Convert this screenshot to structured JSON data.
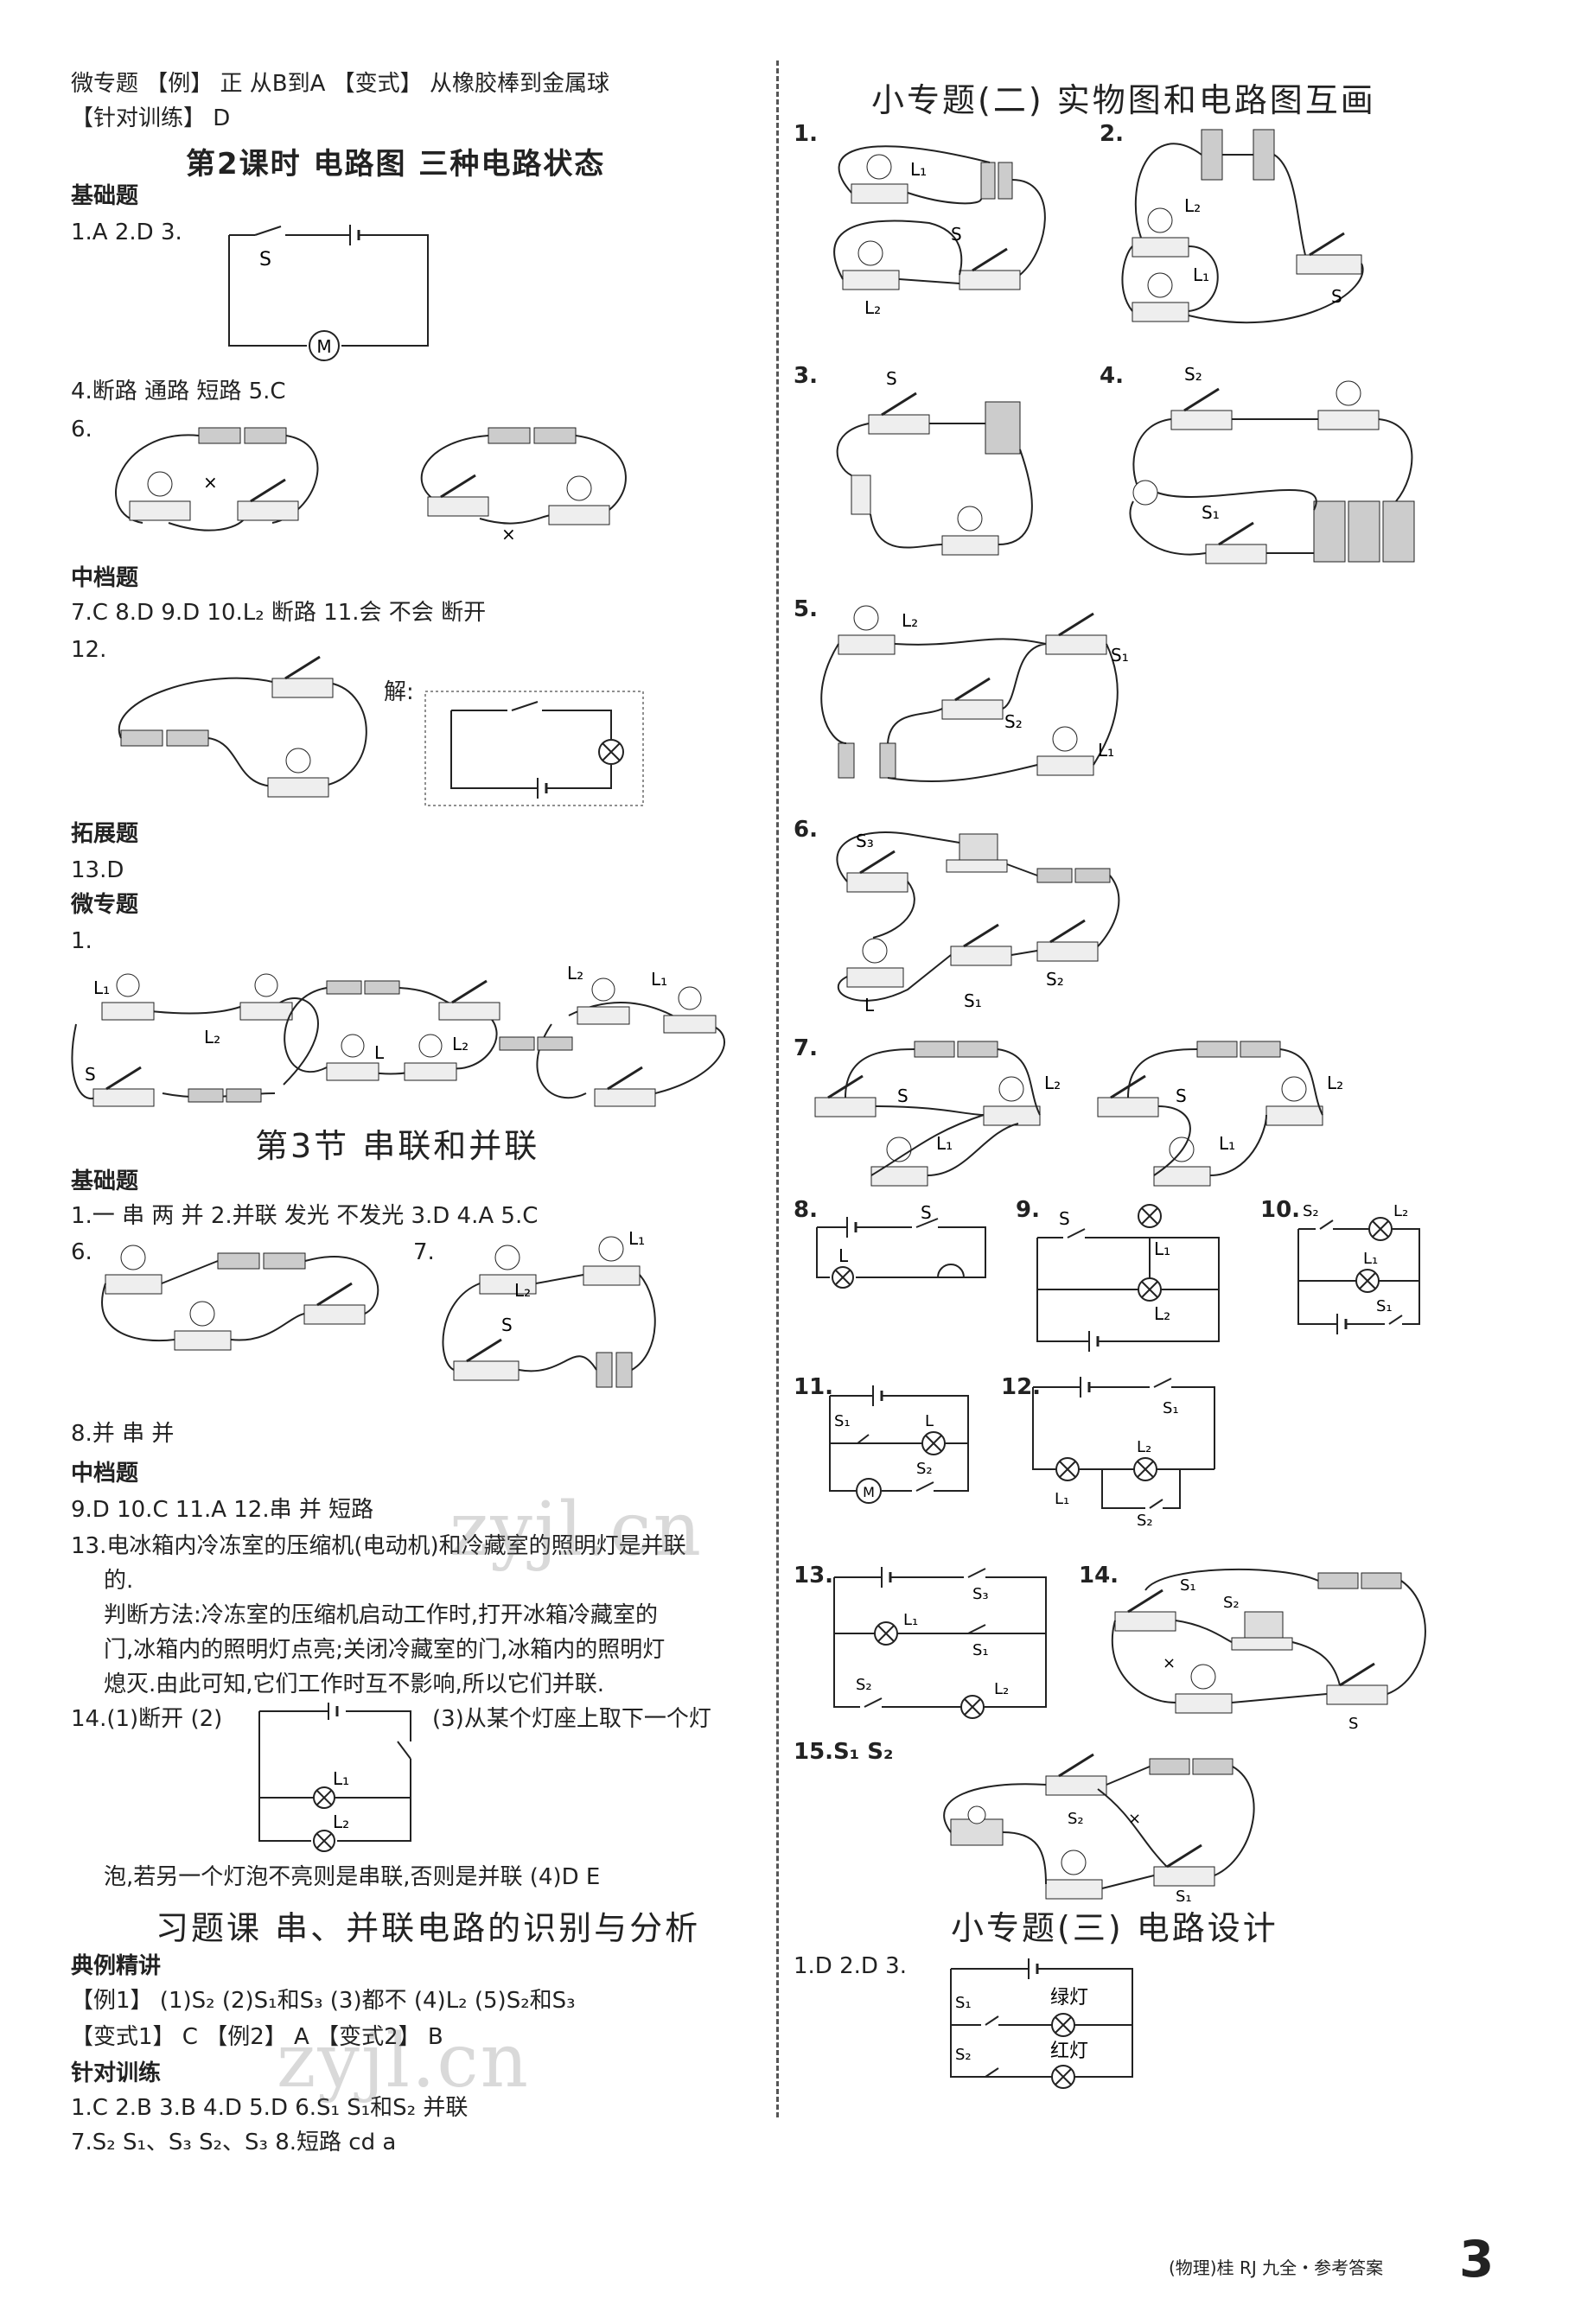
{
  "left": {
    "l1": "微专题 【例】 正  从B到A 【变式】 从橡胶棒到金属球",
    "l2": "【针对训练】 D",
    "lesson2_title": "第2课时  电路图  三种电路状态",
    "basic": "基础题",
    "l3": "1.A  2.D  3.",
    "l4": "4.断路  通路  短路  5.C",
    "q6": "6.",
    "mid": "中档题",
    "l7": "7.C  8.D  9.D  10.L₂  断路  11.会  不会  断开",
    "q12": "12.",
    "jie": "解:",
    "ext": "拓展题",
    "l13": "13.D",
    "micro": "微专题",
    "m1": "1.",
    "sec3_title": "第3节  串联和并联",
    "basic2": "基础题",
    "l14": "1.一  串  两  并  2.并联  发光  不发光  3.D  4.A  5.C",
    "q6b": "6.",
    "q7b": "7.",
    "l8": "8.并  串  并",
    "mid2": "中档题",
    "l9": "9.D  10.C  11.A  12.串  并  短路",
    "l13a": "13.电冰箱内冷冻室的压缩机(电动机)和冷藏室的照明灯是并联",
    "l13b": "的.",
    "l13c": "判断方法:冷冻室的压缩机启动工作时,打开冰箱冷藏室的",
    "l13d": "门,冰箱内的照明灯点亮;关闭冷藏室的门,冰箱内的照明灯",
    "l13e": "熄灭.由此可知,它们工作时互不影响,所以它们并联.",
    "l14a": "14.(1)断开  (2)",
    "l14b": "(3)从某个灯座上取下一个灯",
    "l14c": "泡,若另一个灯泡不亮则是串联,否则是并联  (4)D  E",
    "exercise_title": "习题课  串、并联电路的识别与分析",
    "typical": "典例精讲",
    "ex1": "【例1】 (1)S₂  (2)S₁和S₃  (3)都不  (4)L₂  (5)S₂和S₃",
    "ex2": "【变式1】 C 【例2】 A 【变式2】 B",
    "target": "针对训练",
    "t1": "1.C  2.B  3.B  4.D  5.D  6.S₁  S₁和S₂  并联",
    "t2": "7.S₂  S₁、S₃  S₂、S₃  8.短路  cd  a"
  },
  "right": {
    "topic2_title": "小专题(二)  实物图和电路图互画",
    "n": [
      "1.",
      "2.",
      "3.",
      "4.",
      "5.",
      "6.",
      "7.",
      "8.",
      "9.",
      "10.",
      "11.",
      "12.",
      "13.",
      "14."
    ],
    "q15": "15.S₁  S₂",
    "topic3_title": "小专题(三)  电路设计",
    "d1": "1.D  2.D  3.",
    "green": "绿灯",
    "red": "红灯"
  },
  "labels": {
    "S": "S",
    "S1": "S₁",
    "S2": "S₂",
    "S3": "S₃",
    "L": "L",
    "L1": "L₁",
    "L2": "L₂",
    "M": "M"
  },
  "footer": {
    "text": "(物理)桂 RJ 九全・参考答案",
    "page": "3"
  },
  "watermark": "zyjl.cn"
}
